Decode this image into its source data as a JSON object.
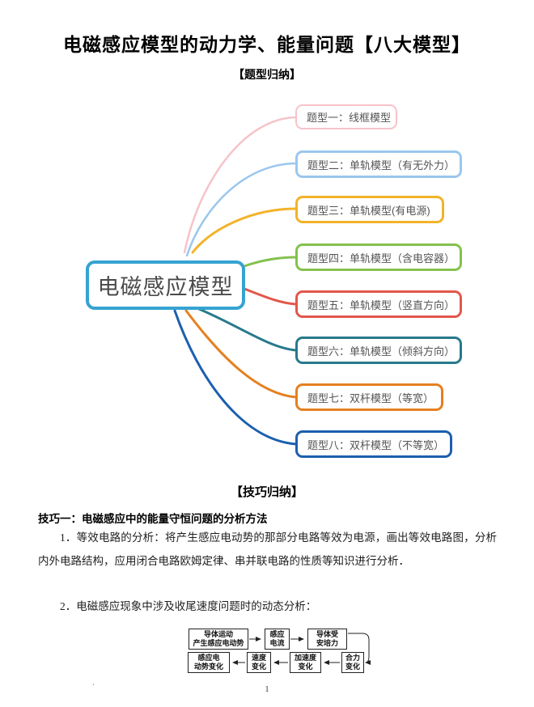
{
  "header": {
    "title": "电磁感应模型的动力学、能量问题【八大模型】",
    "section1_label": "【题型归纳】"
  },
  "mindmap": {
    "root": {
      "label": "电磁感应模型",
      "color": "#35a3d2"
    },
    "branches": [
      {
        "label": "题型一：线框模型",
        "color": "#f6c3ca"
      },
      {
        "label": "题型二：单轨模型（有无外力）",
        "color": "#9ac7ee"
      },
      {
        "label": "题型三：单轨模型(有电源)",
        "color": "#f3b229"
      },
      {
        "label": "题型四：单轨模型（含电容器）",
        "color": "#84c14d"
      },
      {
        "label": "题型五：单轨模型（竖直方向）",
        "color": "#e2574b"
      },
      {
        "label": "题型六：单轨模型（倾斜方向）",
        "color": "#27798c"
      },
      {
        "label": "题型七：双杆模型（等宽）",
        "color": "#e5801f"
      },
      {
        "label": "题型八：双杆模型（不等宽）",
        "color": "#1c5fae"
      }
    ]
  },
  "techniques": {
    "section2_label": "【技巧归纳】",
    "tip1_heading": "技巧一：电磁感应中的能量守恒问题的分析方法",
    "paragraph1": "1．等效电路的分析：将产生感应电动势的那部分电路等效为电源，画出等效电路图，分析内外电路结构，应用闭合电路欧姆定律、串并联电路的性质等知识进行分析．",
    "paragraph2": "2．电磁感应现象中涉及收尾速度问题时的动态分析："
  },
  "flowchart": {
    "box_a": {
      "line1": "导体运动",
      "line2": "产生感应电动势"
    },
    "box_b": {
      "line1": "感应",
      "line2": "电流"
    },
    "box_c": {
      "line1": "导体受",
      "line2": "安培力"
    },
    "box_d": {
      "line1": "感应电",
      "line2": "动势变化"
    },
    "box_e": {
      "line1": "速度",
      "line2": "变化"
    },
    "box_f": {
      "line1": "加速度",
      "line2": "变化"
    },
    "box_g": {
      "line1": "合力",
      "line2": "变化"
    }
  },
  "footer": {
    "stray_mark": ".",
    "page_number": "1"
  }
}
